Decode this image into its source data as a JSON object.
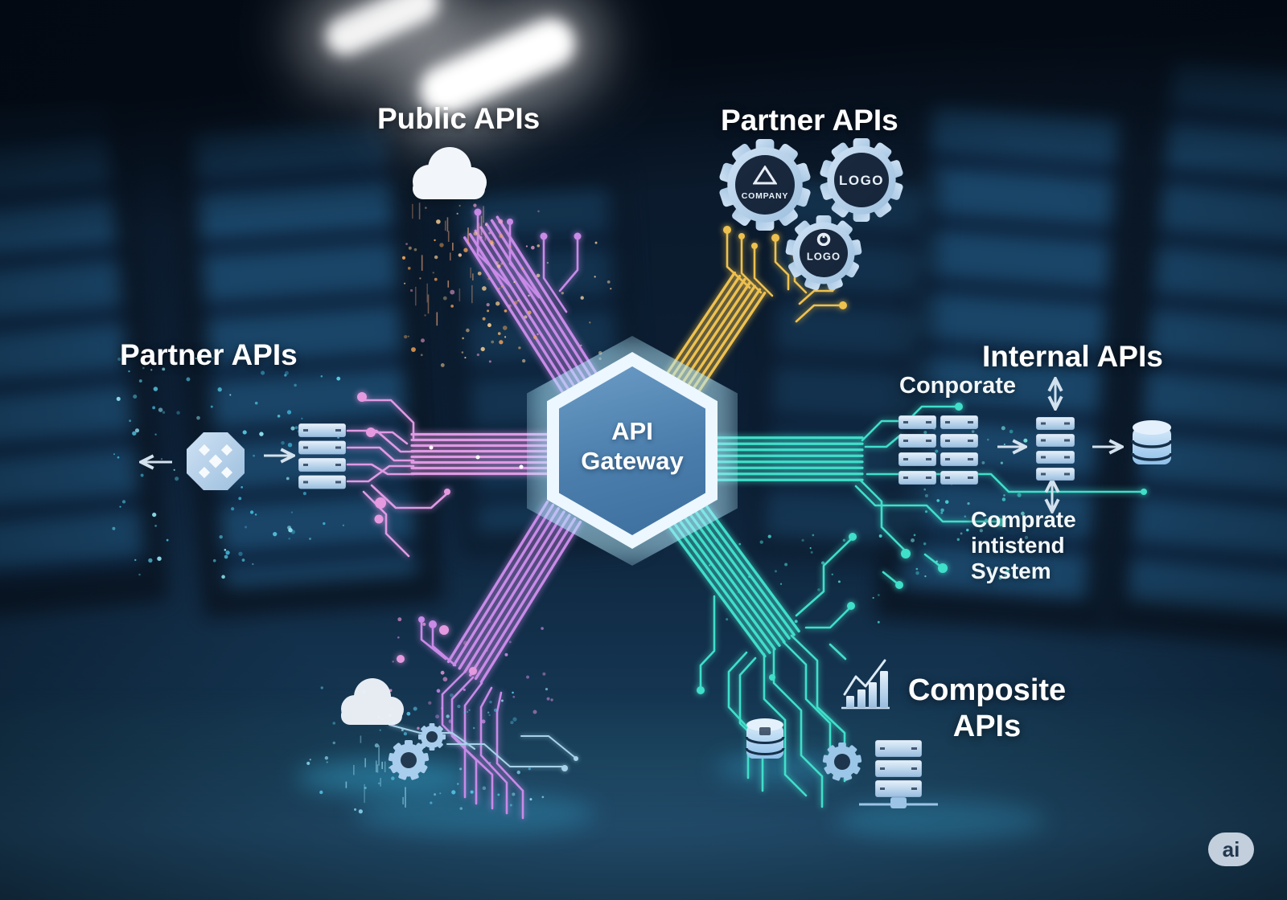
{
  "diagram": {
    "center": {
      "label": "API Gateway"
    },
    "sections": {
      "public": {
        "label": "Public APIs"
      },
      "partner_top": {
        "label": "Partner APIs",
        "gears": [
          {
            "label": "COMPANY"
          },
          {
            "label": "LOGO"
          },
          {
            "label": "LOGO"
          }
        ]
      },
      "partner_left": {
        "label": "Partner APIs"
      },
      "internal": {
        "label": "Internal APIs",
        "note_top": "Conporate",
        "note_bottom": "Comprate intistend System"
      },
      "composite": {
        "label": "Composite APIs"
      }
    },
    "watermark": "ai",
    "colors": {
      "purple_trace": "#c98ae8",
      "pink_trace": "#e09ae4",
      "yellow_trace": "#eec14f",
      "teal_trace": "#3fdfca",
      "hexagon_fill": "#4a7dab",
      "background": "#0c1f35"
    },
    "icons": {
      "cloud": "cloud-icon",
      "gear": "gear-icon",
      "database": "database-icon",
      "server_rack": "server-rack-icon",
      "bar_chart": "bar-chart-icon",
      "octagon_app": "octagon-app-icon"
    }
  }
}
